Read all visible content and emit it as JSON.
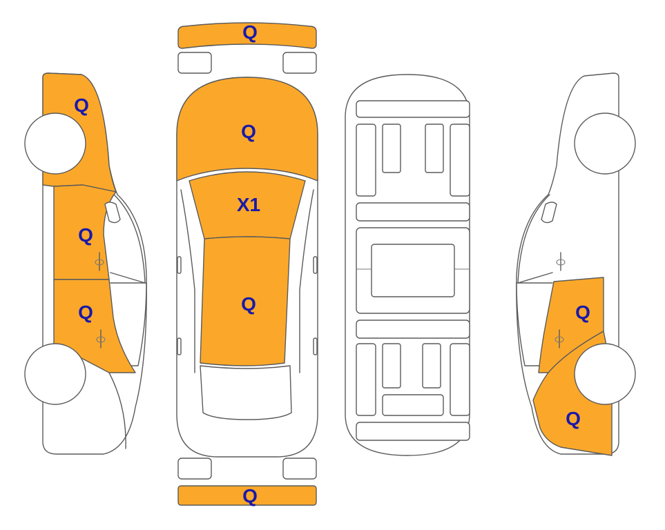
{
  "colors": {
    "damaged_fill": "#fba82a",
    "undamaged_fill": "#ffffff",
    "outline": "#5a5a5a",
    "label": "#1a1aa8"
  },
  "panels": {
    "front_bumper": "Q",
    "hood": "Q",
    "windshield": "X1",
    "roof": "Q",
    "rear_bumper": "Q",
    "left_front_fender": "Q",
    "left_front_door": "Q",
    "left_rear_door": "Q",
    "right_rear_door": "Q",
    "right_rear_quarter": "Q"
  }
}
